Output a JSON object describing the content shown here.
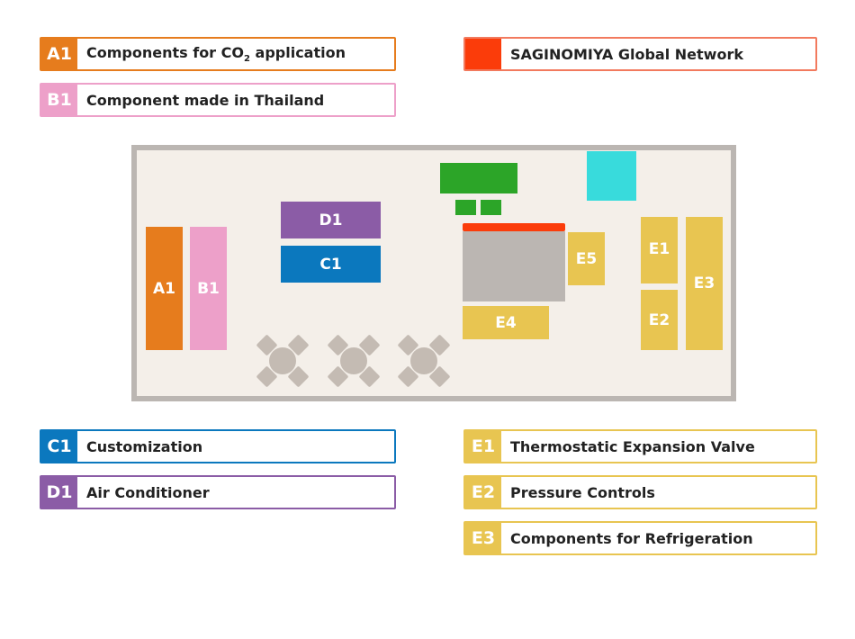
{
  "colors": {
    "A1": "#e67c1d",
    "B1": "#eda0c9",
    "C1": "#0b78be",
    "D1": "#8b5ca6",
    "E": "#e8c551",
    "network": "#fb3c0a",
    "floor_border": "#bbb6b2",
    "floor_bg": "#f4efe9",
    "green": "#2ca528",
    "cyan": "#38dbdc",
    "gray_block": "#bbb6b2",
    "red_strip": "#fb3c0a",
    "table_gray": "#c4bbb3"
  },
  "legend": {
    "a1": {
      "code": "A1",
      "label_prefix": "Components for CO",
      "label_sub": "2",
      "label_suffix": " application"
    },
    "b1": {
      "code": "B1",
      "label": "Component made in Thailand"
    },
    "network": {
      "label": "SAGINOMIYA Global Network"
    },
    "c1": {
      "code": "C1",
      "label": "Customization"
    },
    "d1": {
      "code": "D1",
      "label": "Air Conditioner"
    },
    "e1": {
      "code": "E1",
      "label": "Thermostatic Expansion Valve"
    },
    "e2": {
      "code": "E2",
      "label": "Pressure Controls"
    },
    "e3": {
      "code": "E3",
      "label": "Components for Refrigeration"
    }
  },
  "floor": {
    "a1": "A1",
    "b1": "B1",
    "d1": "D1",
    "c1": "C1",
    "e1": "E1",
    "e2": "E2",
    "e3": "E3",
    "e4": "E4",
    "e5": "E5"
  }
}
